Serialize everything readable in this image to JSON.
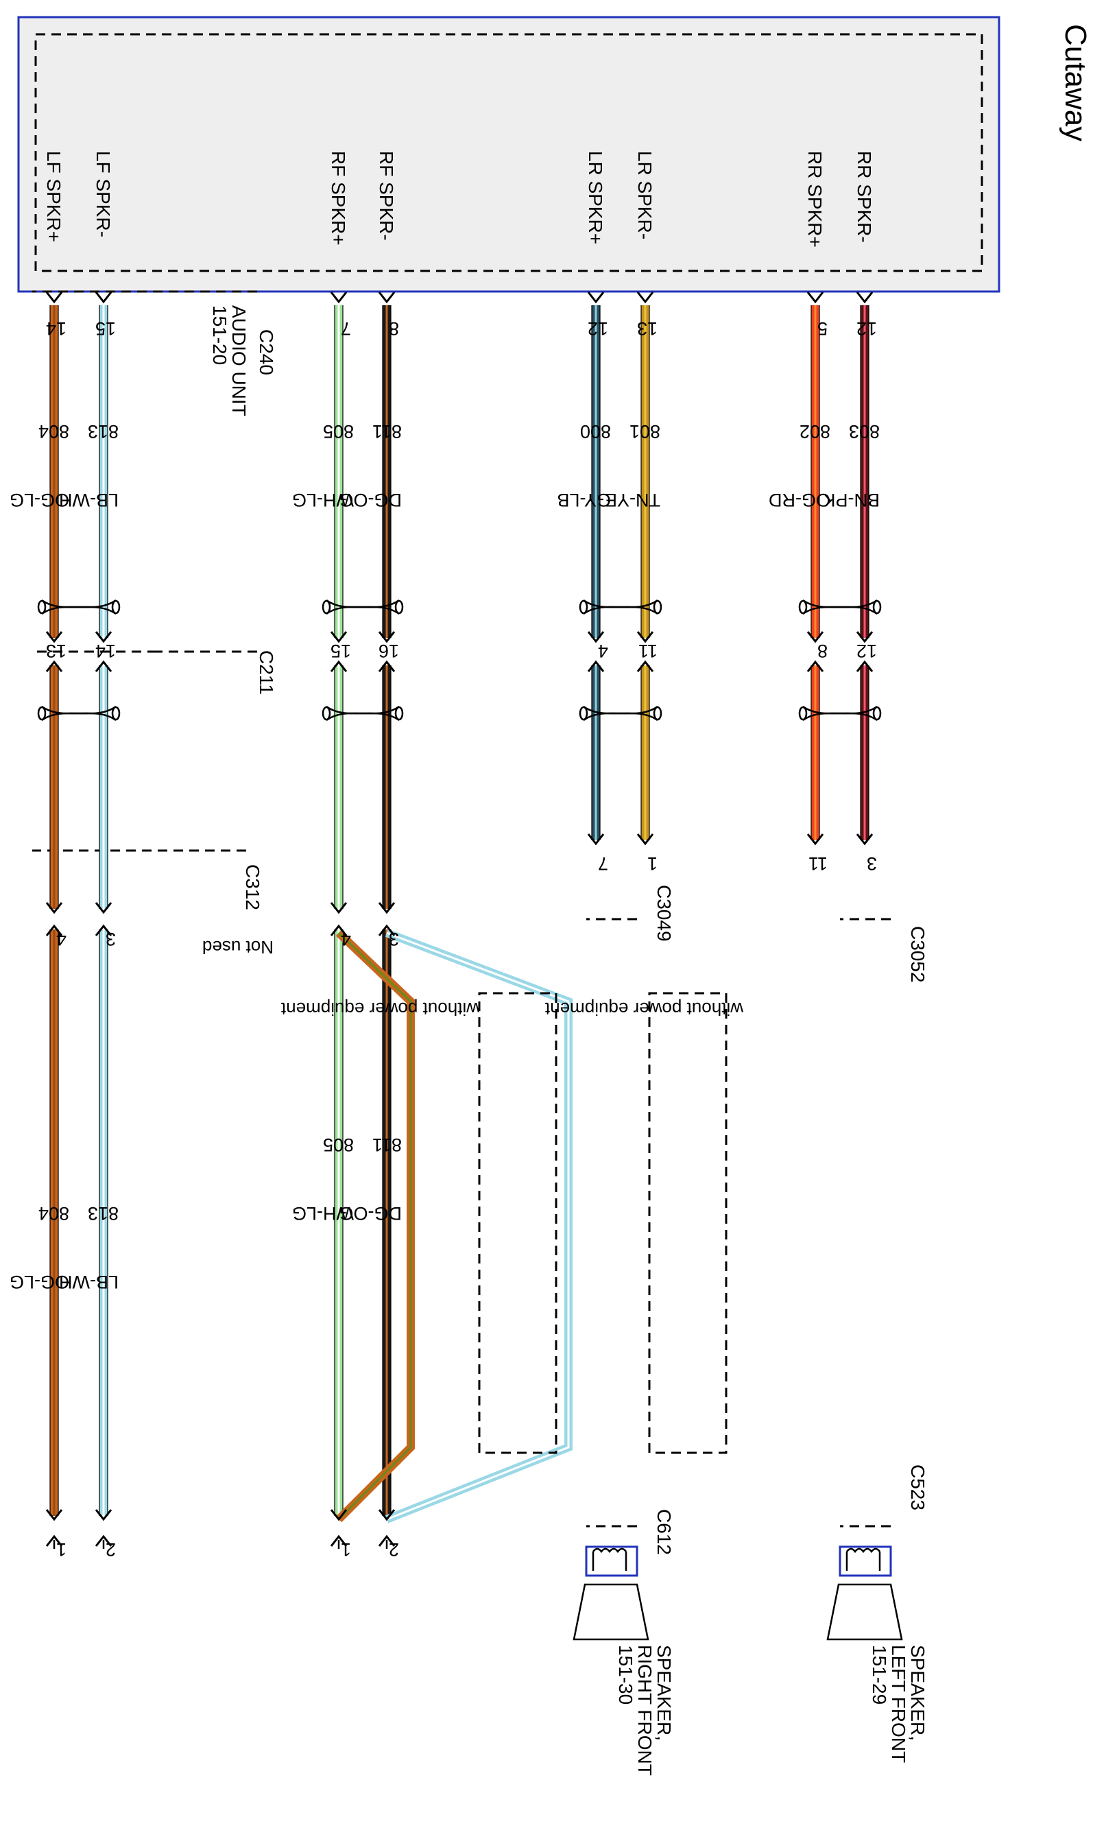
{
  "title": "Cutaway",
  "audio_unit": {
    "name": "AUDIO UNIT",
    "ref": "151-20",
    "connector": "C240"
  },
  "terminals": [
    "LF SPKR+",
    "LF SPKR-",
    "RF SPKR+",
    "RF SPKR-",
    "LR SPKR+",
    "LR SPKR-",
    "RR SPKR+",
    "RR SPKR-"
  ],
  "connectors": {
    "c211": "C211",
    "c312": "C312",
    "c3049": "C3049",
    "c3052": "C3052",
    "c523": "C523",
    "c612": "C612"
  },
  "wires": [
    {
      "circuit": "804",
      "color": "OG-LG",
      "c240_pin": "14",
      "c211_pin": "13",
      "hex": "#c8661e",
      "stripe": "#9a4a12"
    },
    {
      "circuit": "813",
      "color": "LB-WH",
      "c240_pin": "15",
      "c211_pin": "14",
      "hex": "#9ad8e6",
      "stripe": "#ffffff"
    },
    {
      "circuit": "805",
      "color": "WH-LG",
      "c240_pin": "7",
      "c211_pin": "15",
      "hex": "#9ee39a",
      "stripe": "#ffffff"
    },
    {
      "circuit": "811",
      "color": "DG-OG",
      "c240_pin": "8",
      "c211_pin": "16",
      "hex": "#1a1a1a",
      "stripe": "#c8661e"
    },
    {
      "circuit": "800",
      "color": "GY-LB",
      "c240_pin": "12",
      "c211_pin": "4",
      "c312_pin": "7",
      "hex": "#2b4f5e",
      "stripe": "#8fd0e0"
    },
    {
      "circuit": "801",
      "color": "TN-YE",
      "c240_pin": "13",
      "c211_pin": "11",
      "c312_pin": "1",
      "hex": "#c8921e",
      "stripe": "#e8c440"
    },
    {
      "circuit": "802",
      "color": "OG-RD",
      "c240_pin": "5",
      "c211_pin": "8",
      "c312_pin": "11",
      "hex": "#ee4422",
      "stripe": "#ff8a2a"
    },
    {
      "circuit": "803",
      "color": "BN-PK",
      "c240_pin": "12",
      "c211_pin": "12",
      "c312_pin": "3",
      "hex": "#5a1414",
      "stripe": "#ff5577"
    }
  ],
  "lf_pins": {
    "c3052_a": "4",
    "c3052_b": "3",
    "c523_a": "1",
    "c523_b": "2"
  },
  "rf_pins": {
    "c3049_a": "4",
    "c3049_b": "3",
    "c612_a": "1",
    "c612_b": "2"
  },
  "notes": {
    "without_power": "without power equipment",
    "not_used": "Not used"
  },
  "speakers": [
    {
      "line1": "SPEAKER,",
      "line2": "LEFT FRONT",
      "line3": "151-29"
    },
    {
      "line1": "SPEAKER,",
      "line2": "RIGHT FRONT",
      "line3": "151-30"
    }
  ],
  "colors": {
    "unit_border": "#2233bb",
    "unit_fill": "#eeeeee",
    "speaker_border": "#2233bb",
    "alt_orange": "#c8661e",
    "alt_green": "#6a8a1a",
    "alt_blue": "#9ad8e6"
  }
}
